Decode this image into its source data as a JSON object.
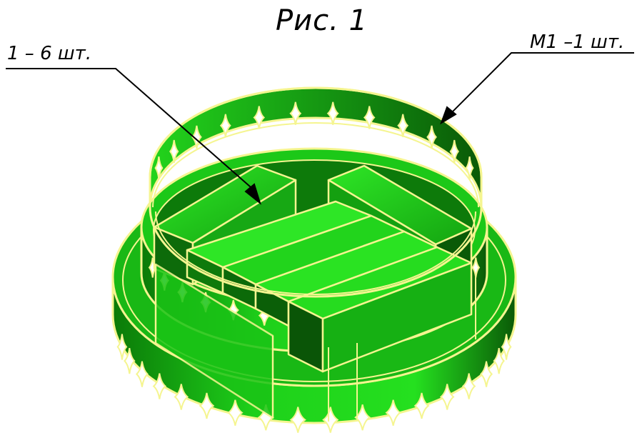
{
  "figure": {
    "title": "Рис. 1",
    "callouts": [
      {
        "id": "part-1",
        "text": "1 – 6 шт."
      },
      {
        "id": "part-m1",
        "text": "М1 –1 шт."
      }
    ]
  },
  "colors": {
    "part_light": "#22e01c",
    "part_mid": "#15b012",
    "part_dark": "#0a5a07",
    "outline": "#f5f590",
    "background": "#ffffff",
    "leader": "#000000"
  }
}
